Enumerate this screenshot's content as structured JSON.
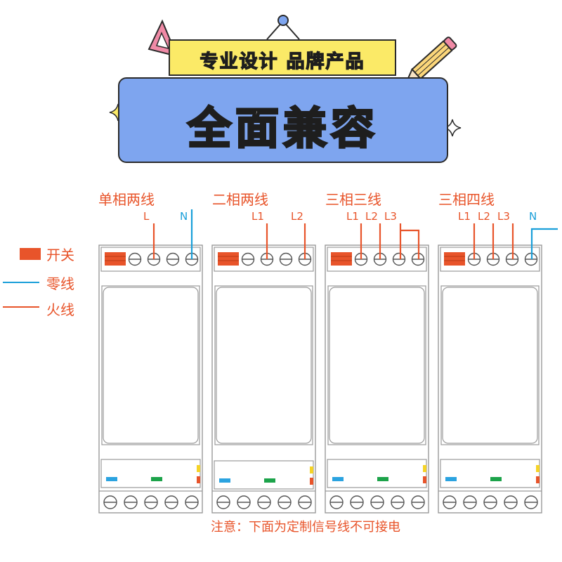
{
  "banner": {
    "subtitle": "专业设计 品牌产品",
    "title": "全面兼容"
  },
  "legend": {
    "switch_label": "开关",
    "neutral_label": "零线",
    "live_label": "火线"
  },
  "groups": [
    {
      "title": "单相两线",
      "wires": [
        "L",
        "N"
      ]
    },
    {
      "title": "二相两线",
      "wires": [
        "L1",
        "L2"
      ]
    },
    {
      "title": "三相三线",
      "wires": [
        "L1",
        "L2",
        "L3"
      ]
    },
    {
      "title": "三相四线",
      "wires": [
        "L1",
        "L2",
        "L3",
        "N"
      ]
    }
  ],
  "note": "注意：下面为定制信号线不可接电",
  "colors": {
    "live_wire": "#e8542a",
    "neutral_wire": "#1a9fd9",
    "switch_block": "#e8542a",
    "indicator_blue": "#2ba3e0",
    "indicator_green": "#1ca34a",
    "indicator_yellow": "#f5d327",
    "indicator_red": "#e8542a",
    "banner_blue": "#7ea5ef",
    "banner_yellow": "#fbea67"
  },
  "icons": [
    "triangle-ruler-icon",
    "pencil-icon",
    "sparkle-icon",
    "hanger-pin-icon",
    "terminal-screw-icon"
  ]
}
